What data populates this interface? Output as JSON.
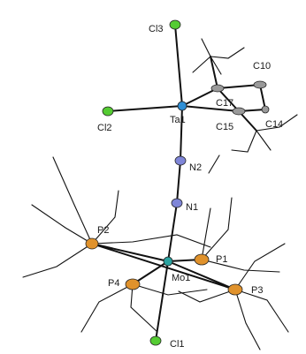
{
  "atoms": {
    "cl3": {
      "label": "Cl3",
      "color": "#55cc33"
    },
    "ta1": {
      "label": "Ta1",
      "color": "#2f8fd6"
    },
    "cl2": {
      "label": "Cl2",
      "color": "#55cc33"
    },
    "c10": {
      "label": "C10",
      "color": "#9a9a9a"
    },
    "c17": {
      "label": "C17",
      "color": "#9a9a9a"
    },
    "c14": {
      "label": "C14",
      "color": "#9a9a9a"
    },
    "c15": {
      "label": "C15",
      "color": "#9a9a9a"
    },
    "n2": {
      "label": "N2",
      "color": "#7f86d8"
    },
    "n1": {
      "label": "N1",
      "color": "#7f86d8"
    },
    "p2": {
      "label": "P2",
      "color": "#e0922c"
    },
    "p1": {
      "label": "P1",
      "color": "#e0922c"
    },
    "mo1": {
      "label": "Mo1",
      "color": "#2aa3a0"
    },
    "p4": {
      "label": "P4",
      "color": "#e0922c"
    },
    "p3": {
      "label": "P3",
      "color": "#e0922c"
    },
    "cl1": {
      "label": "Cl1",
      "color": "#55cc33"
    }
  }
}
